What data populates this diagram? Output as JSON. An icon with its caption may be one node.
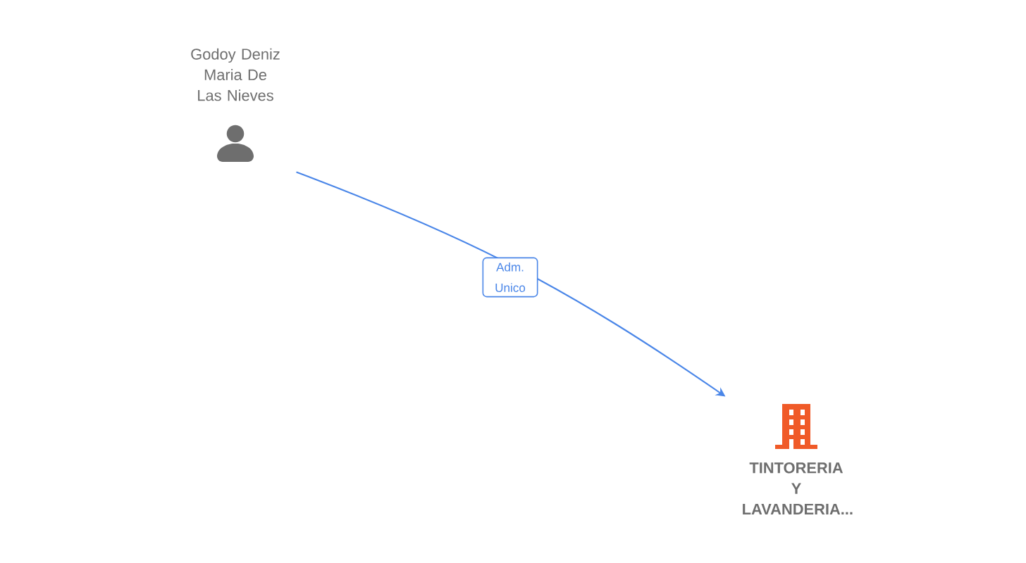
{
  "diagram": {
    "nodes": [
      {
        "text": [
          "Godoy Deniz Maria De Las Nieves"
        ]
      },
      {
        "text": [
          "TINTORERIA Y LAVANDERIA..."
        ]
      }
    ],
    "edges": [
      {
        "from": 0,
        "to": 1,
        "arrow": "to",
        "label": "Adm. Unico"
      }
    ]
  }
}
